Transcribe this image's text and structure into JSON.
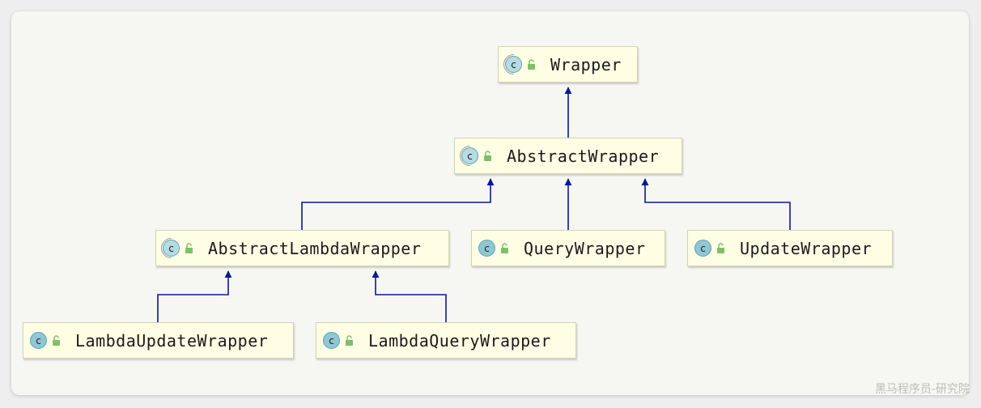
{
  "diagram": {
    "nodes": [
      {
        "id": "wrapper",
        "label": "Wrapper",
        "icon": "abstract-class-icon"
      },
      {
        "id": "abstract-wrapper",
        "label": "AbstractWrapper",
        "icon": "abstract-class-icon"
      },
      {
        "id": "abstract-lambda-wrapper",
        "label": "AbstractLambdaWrapper",
        "icon": "abstract-class-icon"
      },
      {
        "id": "query-wrapper",
        "label": "QueryWrapper",
        "icon": "class-icon"
      },
      {
        "id": "update-wrapper",
        "label": "UpdateWrapper",
        "icon": "class-icon"
      },
      {
        "id": "lambda-update-wrapper",
        "label": "LambdaUpdateWrapper",
        "icon": "class-icon"
      },
      {
        "id": "lambda-query-wrapper",
        "label": "LambdaQueryWrapper",
        "icon": "class-icon"
      }
    ],
    "edges": [
      {
        "from": "abstract-wrapper",
        "to": "wrapper"
      },
      {
        "from": "abstract-lambda-wrapper",
        "to": "abstract-wrapper"
      },
      {
        "from": "query-wrapper",
        "to": "abstract-wrapper"
      },
      {
        "from": "update-wrapper",
        "to": "abstract-wrapper"
      },
      {
        "from": "lambda-update-wrapper",
        "to": "abstract-lambda-wrapper"
      },
      {
        "from": "lambda-query-wrapper",
        "to": "abstract-lambda-wrapper"
      }
    ],
    "class_icon_letter": "c",
    "colors": {
      "edge": "#0b1a8c",
      "node_bg": "#fefee5",
      "class_icon": "#8fc7d2",
      "lock_icon": "#7fbf6a"
    }
  },
  "watermark": "黑马程序员-研究院"
}
